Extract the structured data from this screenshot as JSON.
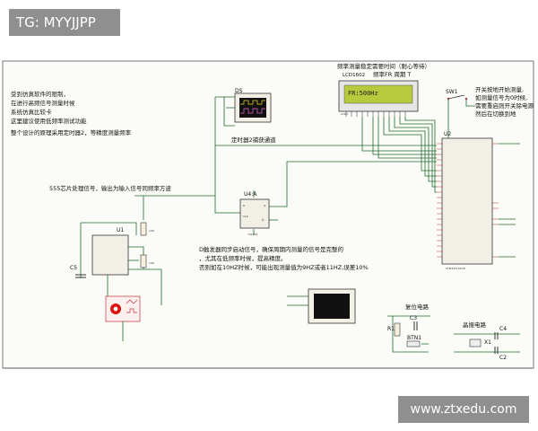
{
  "watermark_left": "TG: MYYJJPP",
  "watermark_right": "www.ztxedu.com",
  "notes": {
    "limit_1": "受到仿真软件的限制，",
    "limit_2": "在进行高频信号测量时候",
    "limit_3": "系统仿真比较卡",
    "limit_4": "这里建议使用低频率测试功能",
    "design": "整个设计的原理采用定时器2，等精度测量频率",
    "input_555": "555芯片处理信号，输出为输入信号同频率方波",
    "dff_1": "D触发器同步启动信号，确保周期内测量的信号是完整的",
    "dff_2": "，尤其在低频率时候，提高精度。",
    "dff_3": "否则如在10HZ时候，可能出现测量值为9HZ或者11HZ,误差10%",
    "timer2": "定时器2捕获通道",
    "lcd_top": "频率测量稳定需要时间（耐心等待）",
    "lcd_sub": "LCD1602",
    "lcd_sub2": "频率FR 周期 T",
    "sw_1": "开关按地开始测量,",
    "sw_2": "如测量信号为0时候,",
    "sw_3": "需要重启则开关除电源",
    "sw_4": "然后在切换到地",
    "reset": "复位电路",
    "crystal": "晶振电路"
  },
  "lcd": {
    "text": "FR:500Hz"
  },
  "parts": {
    "scope": "DS",
    "u1": "U1",
    "u4a": "U4:A",
    "u4a_part": "74LS74",
    "u2": "U2",
    "u2_part": "STM32F103C8",
    "sw": "SW1",
    "btn": "BTN1",
    "c3": "C3",
    "c5": "C5",
    "c2": "C2",
    "c4": "C4",
    "r1": "R1",
    "x1": "X1",
    "r_top": "10K",
    "r_bot": "10K",
    "lcd_ref": "LCD1"
  }
}
